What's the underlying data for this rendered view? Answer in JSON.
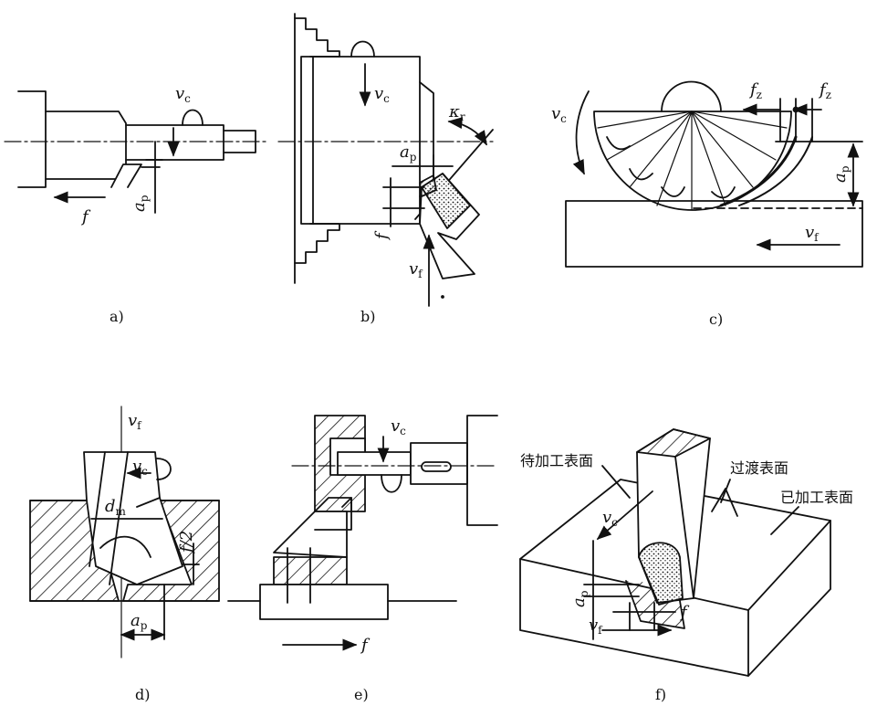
{
  "panels": {
    "a": {
      "caption": "a)",
      "labels": {
        "vc_main": "v",
        "vc_sub": "c",
        "f": "f",
        "ap_main": "a",
        "ap_sub": "p"
      }
    },
    "b": {
      "caption": "b)",
      "labels": {
        "vc_main": "v",
        "vc_sub": "c",
        "kr_main": "κ",
        "kr_sub": "r",
        "ap_main": "a",
        "ap_sub": "p",
        "f": "f",
        "vf_main": "v",
        "vf_sub": "f"
      }
    },
    "c": {
      "caption": "c)",
      "labels": {
        "vc_main": "v",
        "vc_sub": "c",
        "fz1_main": "f",
        "fz1_sub": "z",
        "fz2_main": "f",
        "fz2_sub": "z",
        "ap_main": "a",
        "ap_sub": "p",
        "vf_main": "v",
        "vf_sub": "f"
      }
    },
    "d": {
      "caption": "d)",
      "labels": {
        "vf_main": "v",
        "vf_sub": "f",
        "vc_main": "v",
        "vc_sub": "c",
        "dm_main": "d",
        "dm_sub": "m",
        "f2": "f/2",
        "ap_main": "a",
        "ap_sub": "p"
      }
    },
    "e": {
      "caption": "e)",
      "labels": {
        "vc_main": "v",
        "vc_sub": "c",
        "f": "f"
      }
    },
    "f": {
      "caption": "f)",
      "labels": {
        "surface_to_machine": "待加工表面",
        "transition_surface": "过渡表面",
        "machined_surface": "已加工表面",
        "vc_main": "v",
        "vc_sub": "c",
        "ap_main": "a",
        "ap_sub": "p",
        "vf_main": "v",
        "vf_sub": "f",
        "f": "f"
      }
    }
  }
}
